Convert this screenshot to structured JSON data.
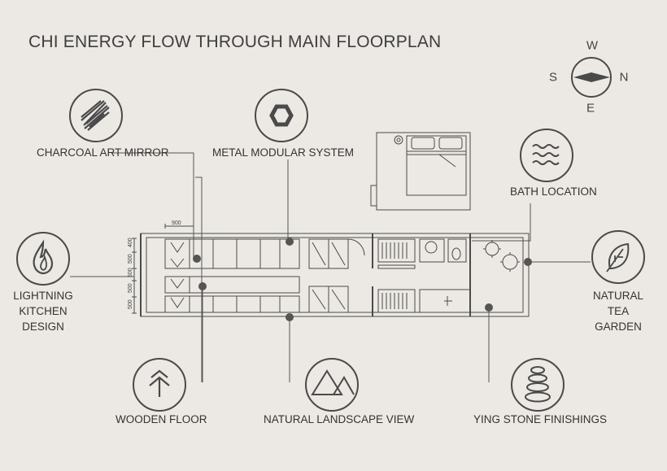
{
  "title": "CHI ENERGY FLOW THROUGH MAIN FLOORPLAN",
  "compass": {
    "w": "W",
    "s": "S",
    "n": "N",
    "e": "E"
  },
  "labels": {
    "charcoal": "CHARCOAL ART MIRROR",
    "metal": "METAL MODULAR SYSTEM",
    "bath": "BATH LOCATION",
    "lightning": "LIGHTNING KITCHEN DESIGN",
    "tea": "NATURAL TEA GARDEN",
    "wooden": "WOODEN FLOOR",
    "landscape": "NATURAL LANDSCAPE VIEW",
    "ying": "YING STONE FINISHINGS"
  },
  "dimensions": {
    "top": "900",
    "d1": "400",
    "d2": "500",
    "d3": "500",
    "d4": "500",
    "d5": "500"
  },
  "icons": [
    "scribble-icon",
    "hexagon-icon",
    "waves-icon",
    "flame-icon",
    "leaf-icon",
    "tree-icon",
    "mountains-icon",
    "stones-icon"
  ]
}
